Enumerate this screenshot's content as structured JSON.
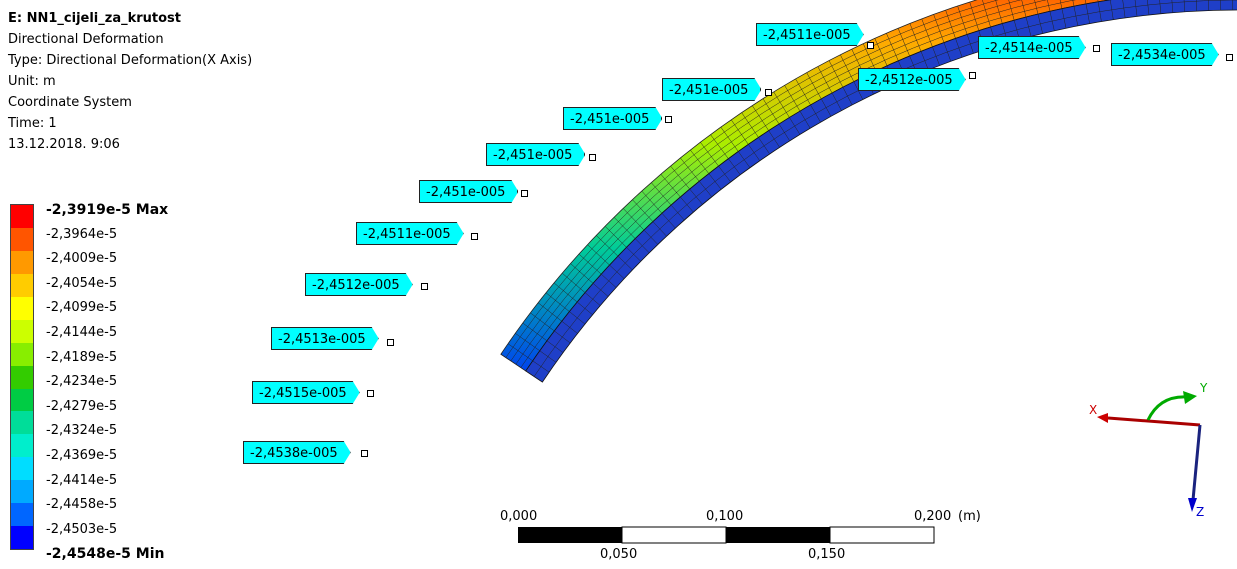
{
  "info": {
    "title": "E: NN1_cijeli_za_krutost",
    "result": "Directional Deformation",
    "type": "Type: Directional Deformation(X Axis)",
    "unit": "Unit: m",
    "coord": "Coordinate System",
    "time": "Time: 1",
    "date": "13.12.2018. 9:06"
  },
  "legend": {
    "labels": [
      "-2,3919e-5 Max",
      "-2,3964e-5",
      "-2,4009e-5",
      "-2,4054e-5",
      "-2,4099e-5",
      "-2,4144e-5",
      "-2,4189e-5",
      "-2,4234e-5",
      "-2,4279e-5",
      "-2,4324e-5",
      "-2,4369e-5",
      "-2,4414e-5",
      "-2,4458e-5",
      "-2,4503e-5",
      "-2,4548e-5 Min"
    ],
    "colors": [
      "#ff0000",
      "#ff5500",
      "#ff9900",
      "#ffcc00",
      "#ffff00",
      "#ccff00",
      "#88ee00",
      "#33cc00",
      "#00cc44",
      "#00dd99",
      "#00eecc",
      "#00ddff",
      "#00aaff",
      "#0066ff",
      "#0000ff"
    ]
  },
  "probes": [
    "-2,4511e-005",
    "-2,4514e-005",
    "-2,4534e-005",
    "-2,4512e-005",
    "-2,451e-005",
    "-2,451e-005",
    "-2,451e-005",
    "-2,451e-005",
    "-2,4511e-005",
    "-2,4512e-005",
    "-2,4513e-005",
    "-2,4515e-005",
    "-2,4538e-005"
  ],
  "scale": {
    "top_labels": [
      "0,000",
      "0,100",
      "0,200",
      "(m)"
    ],
    "bottom_labels": [
      "0,050",
      "0,150"
    ]
  },
  "triad": {
    "x": "X",
    "y": "Y",
    "z": "Z"
  },
  "colors": {
    "probe_bg": "#00ffff",
    "x_axis": "#cc0000",
    "y_axis": "#00aa00",
    "z_axis": "#0000cc"
  }
}
